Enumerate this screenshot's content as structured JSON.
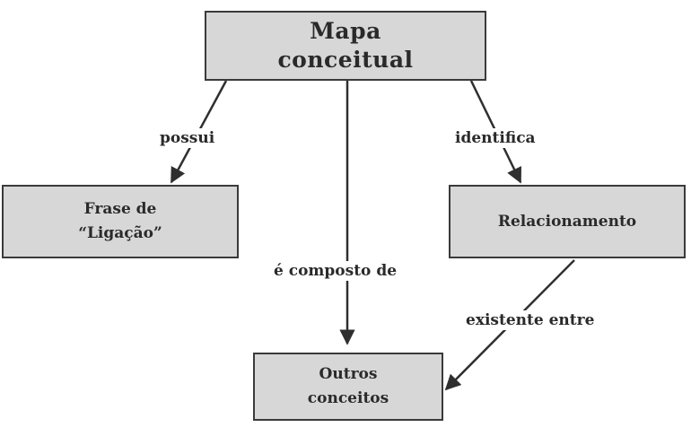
{
  "nodes": {
    "main": {
      "lines": [
        "Mapa",
        "conceitual"
      ]
    },
    "frase": {
      "lines": [
        "Frase de",
        "“Ligação”"
      ]
    },
    "relacionamento": {
      "lines": [
        "Relacionamento"
      ]
    },
    "outros": {
      "lines": [
        "Outros",
        "conceitos"
      ]
    }
  },
  "edges": {
    "possui": "possui",
    "identifica": "identifica",
    "composto": "é composto de",
    "existente": "existente entre"
  },
  "colors": {
    "box_fill": "#d7d7d7",
    "box_border": "#3a3a3a",
    "line": "#2f2f2f",
    "text": "#2a2a2a"
  }
}
